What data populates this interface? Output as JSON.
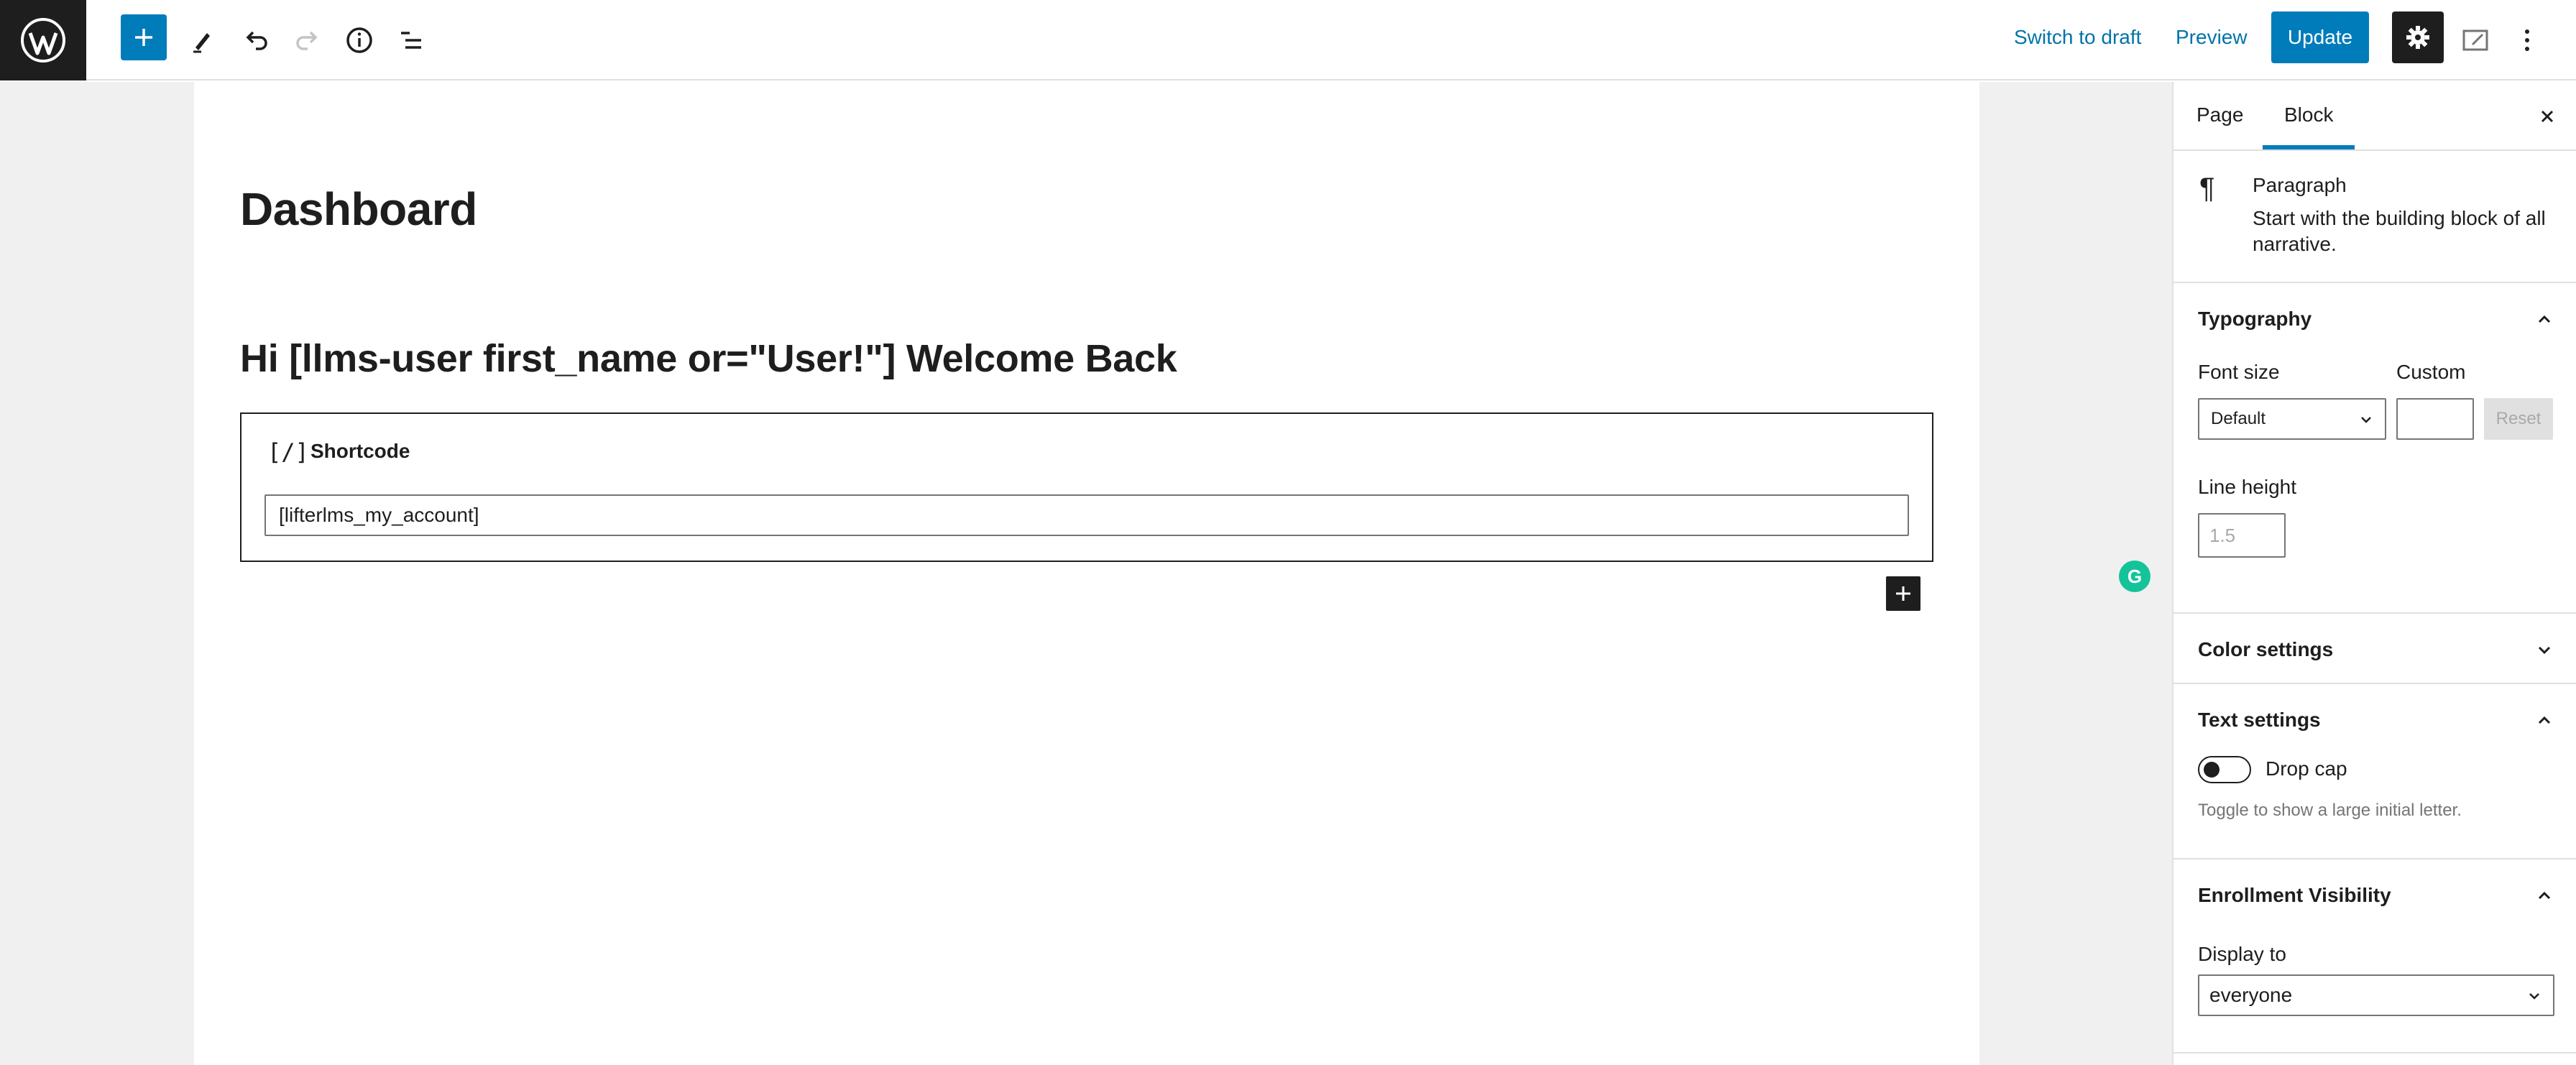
{
  "toolbar": {
    "switch_to_draft": "Switch to draft",
    "preview": "Preview",
    "update": "Update",
    "icons": [
      "wordpress-logo",
      "plus-icon",
      "pencil-icon",
      "undo-icon",
      "redo-icon",
      "info-icon",
      "list-view-icon",
      "gear-icon",
      "fullscreen-icon",
      "more-vertical-icon"
    ]
  },
  "editor": {
    "page_title": "Dashboard",
    "greeting": "Hi [llms-user first_name or=\"User!\"] Welcome Back",
    "shortcode": {
      "icon": "[/]",
      "label": "Shortcode",
      "value": "[lifterlms_my_account]"
    },
    "grammarly_badge": "G"
  },
  "sidebar": {
    "tabs": [
      "Page",
      "Block"
    ],
    "active_tab": "Block",
    "block_card": {
      "icon": "¶",
      "title": "Paragraph",
      "description": "Start with the building block of all narrative."
    },
    "typography": {
      "title": "Typography",
      "font_size_label": "Font size",
      "font_size_value": "Default",
      "custom_label": "Custom",
      "custom_value": "",
      "reset_label": "Reset",
      "line_height_label": "Line height",
      "line_height_placeholder": "1.5"
    },
    "color_settings": {
      "title": "Color settings"
    },
    "text_settings": {
      "title": "Text settings",
      "drop_cap_label": "Drop cap",
      "drop_cap_enabled": false,
      "help": "Toggle to show a large initial letter."
    },
    "enrollment_visibility": {
      "title": "Enrollment Visibility",
      "display_to_label": "Display to",
      "display_to_value": "everyone"
    }
  },
  "colors": {
    "accent": "#007cba",
    "dark": "#1e1e1e",
    "canvas_bg": "#f0f0f1",
    "grammarly": "#15c39a"
  }
}
